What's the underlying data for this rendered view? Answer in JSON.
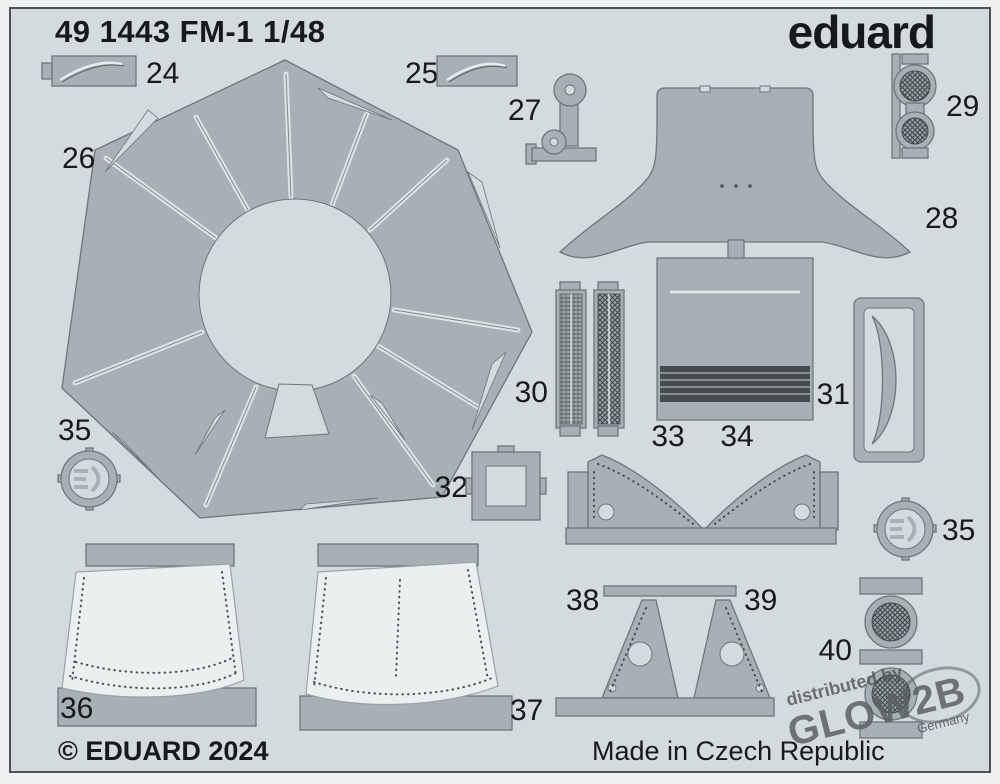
{
  "page": {
    "title": "49 1443 FM-1 1/48",
    "brand": "eduard"
  },
  "footer": {
    "copyright": "© EDUARD 2024",
    "origin": "Made in Czech Republic"
  },
  "watermark": {
    "prefix": "distributed by",
    "brand": "GLOW2B",
    "suffix": "Germany"
  },
  "parts": {
    "24": "24",
    "25": "25",
    "26": "26",
    "27": "27",
    "28": "28",
    "29": "29",
    "30": "30",
    "31": "31",
    "32": "32",
    "33": "33",
    "34": "34",
    "35": "35",
    "36": "36",
    "37": "37",
    "38": "38",
    "39": "39",
    "40": "40"
  },
  "colors": {
    "sheet": "#d4dbde",
    "part_fill": "#a7b0b4",
    "part_outline": "#6d767a",
    "panel_fill": "#ebeff0",
    "text": "#17191b"
  }
}
